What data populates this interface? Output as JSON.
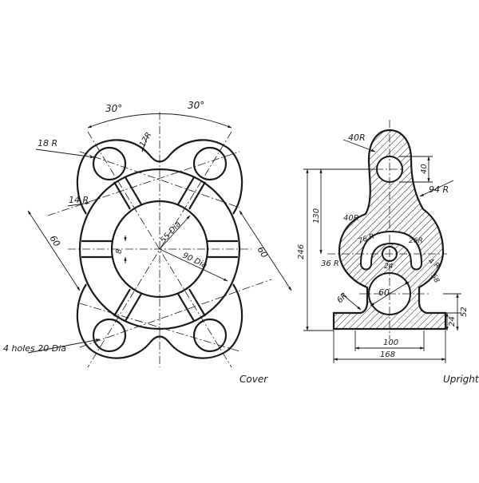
{
  "drawing": {
    "background": "#ffffff",
    "ink_color": "#1a1a1a"
  },
  "cover": {
    "caption": "Cover",
    "labels": {
      "angle_left": "30°",
      "angle_right": "30°",
      "r18": "18 R",
      "r17": "17R",
      "r14": "14 R",
      "d60_left": "60",
      "d60_right": "60",
      "dia55": "55 Dia",
      "dia90": "90 Dia",
      "rib8": "8",
      "holes": "4 holes 20 Dia"
    }
  },
  "upright": {
    "caption": "Upright",
    "labels": {
      "r40_top": "40R",
      "d40": "40",
      "r94": "94 R",
      "d130": "130",
      "d246": "246",
      "r40_mid": "40R",
      "r76": "76 R",
      "r26": "26R",
      "r36": "36 R",
      "r4": "4 R",
      "d24_slot": "24",
      "d58": "58",
      "r6": "6R",
      "dia60": "60",
      "d24_base": "24",
      "d52": "52",
      "d100": "100",
      "d168": "168"
    }
  }
}
